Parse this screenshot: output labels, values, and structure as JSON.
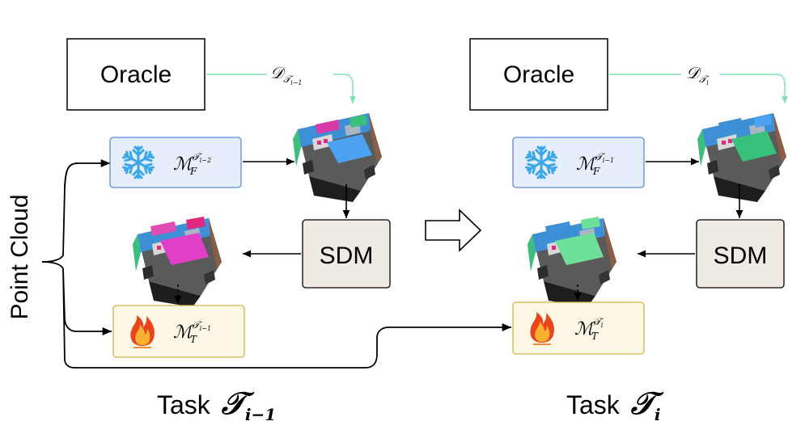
{
  "side_label": "Point Cloud",
  "panels": [
    {
      "oracle_label": "Oracle",
      "data_symbol": "𝒟",
      "data_sub": "𝒯",
      "data_subsub": "i−1",
      "frozen_model": {
        "base": "ℳ",
        "sup": "𝒯",
        "supsub": "i−2",
        "sub": "F"
      },
      "sdm_label": "SDM",
      "trainable_model": {
        "base": "ℳ",
        "sup": "𝒯",
        "supsub": "i−1",
        "sub": "T"
      },
      "task_label": "Task",
      "task_symbol": "𝒯",
      "task_sub": "i−1"
    },
    {
      "oracle_label": "Oracle",
      "data_symbol": "𝒟",
      "data_sub": "𝒯",
      "data_subsub": "i",
      "frozen_model": {
        "base": "ℳ",
        "sup": "𝒯",
        "supsub": "i−1",
        "sub": "F"
      },
      "sdm_label": "SDM",
      "trainable_model": {
        "base": "ℳ",
        "sup": "𝒯",
        "supsub": "i",
        "sub": "T"
      },
      "task_label": "Task",
      "task_symbol": "𝒯",
      "task_sub": "i"
    }
  ],
  "icons": {
    "frozen": "snowflake-icon",
    "trainable": "flame-icon",
    "transition": "hollow-right-arrow-icon"
  },
  "colors": {
    "oracle_arrow": "#7fe0b0",
    "frozen_fill": "#e6eefc",
    "frozen_border": "#5b8fd6",
    "trainable_fill": "#fdf8e6",
    "trainable_border": "#d8b24a",
    "sdm_fill": "#efebe4",
    "snowflake": "#3aa7e8",
    "flame_outer": "#e8451c",
    "flame_inner": "#fbb032"
  }
}
